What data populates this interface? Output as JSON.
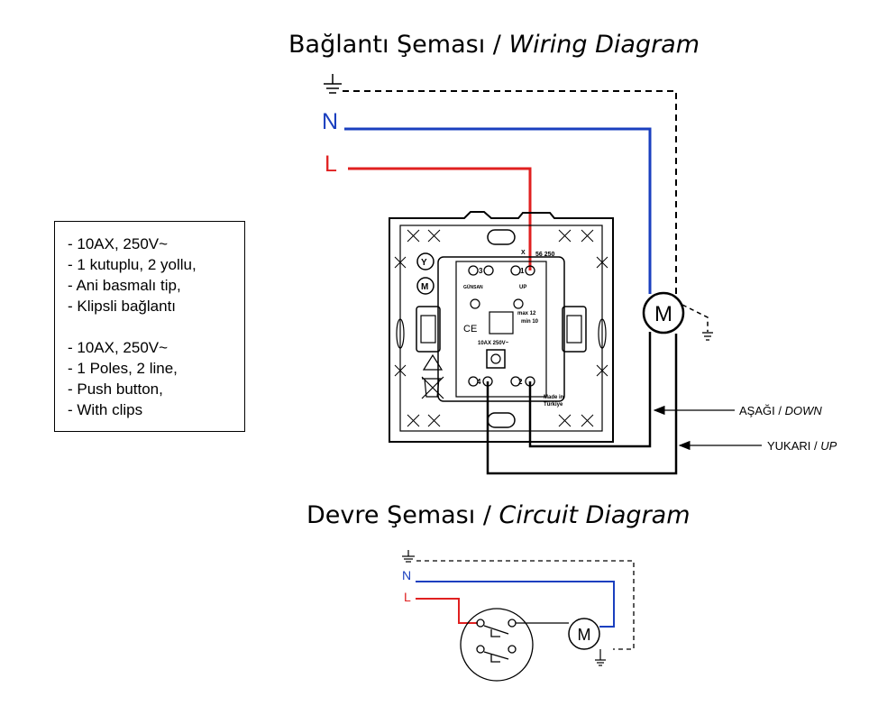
{
  "wiring_title": {
    "tr": "Bağlantı Şeması",
    "sep": " / ",
    "en": "Wiring Diagram"
  },
  "circuit_title": {
    "tr": "Devre Şeması",
    "sep": " / ",
    "en": "Circuit Diagram"
  },
  "specs": {
    "tr": [
      "10AX, 250V~",
      "1 kutuplu, 2 yollu,",
      "Ani basmalı tip,",
      "Klipsli bağlantı"
    ],
    "en": [
      "10AX, 250V~",
      "1 Poles, 2 line,",
      "Push button,",
      "With clips"
    ]
  },
  "wires": {
    "neutral": "N",
    "live": "L"
  },
  "motor_symbol": "M",
  "outputs": {
    "down": {
      "tr": "AŞAĞI / ",
      "en": "DOWN"
    },
    "up": {
      "tr": "YUKARI / ",
      "en": "UP"
    }
  },
  "device_markings": {
    "terminal_1": "1",
    "terminal_2": "2",
    "terminal_3": "3",
    "terminal_4": "4",
    "x": "X",
    "code": "56 250",
    "up_arrow": "UP",
    "max": "max 12",
    "min": "min 10",
    "rating": "10AX 250V~",
    "made_in_1": "Made in",
    "made_in_2": "Türkiye",
    "brand": "GÜNSAN",
    "ce": "CE",
    "y_mark": "Y",
    "m_mark": "M"
  },
  "colors": {
    "neutral": "#1a3fbf",
    "live": "#e02020",
    "earth": "#000000",
    "line": "#000000"
  }
}
